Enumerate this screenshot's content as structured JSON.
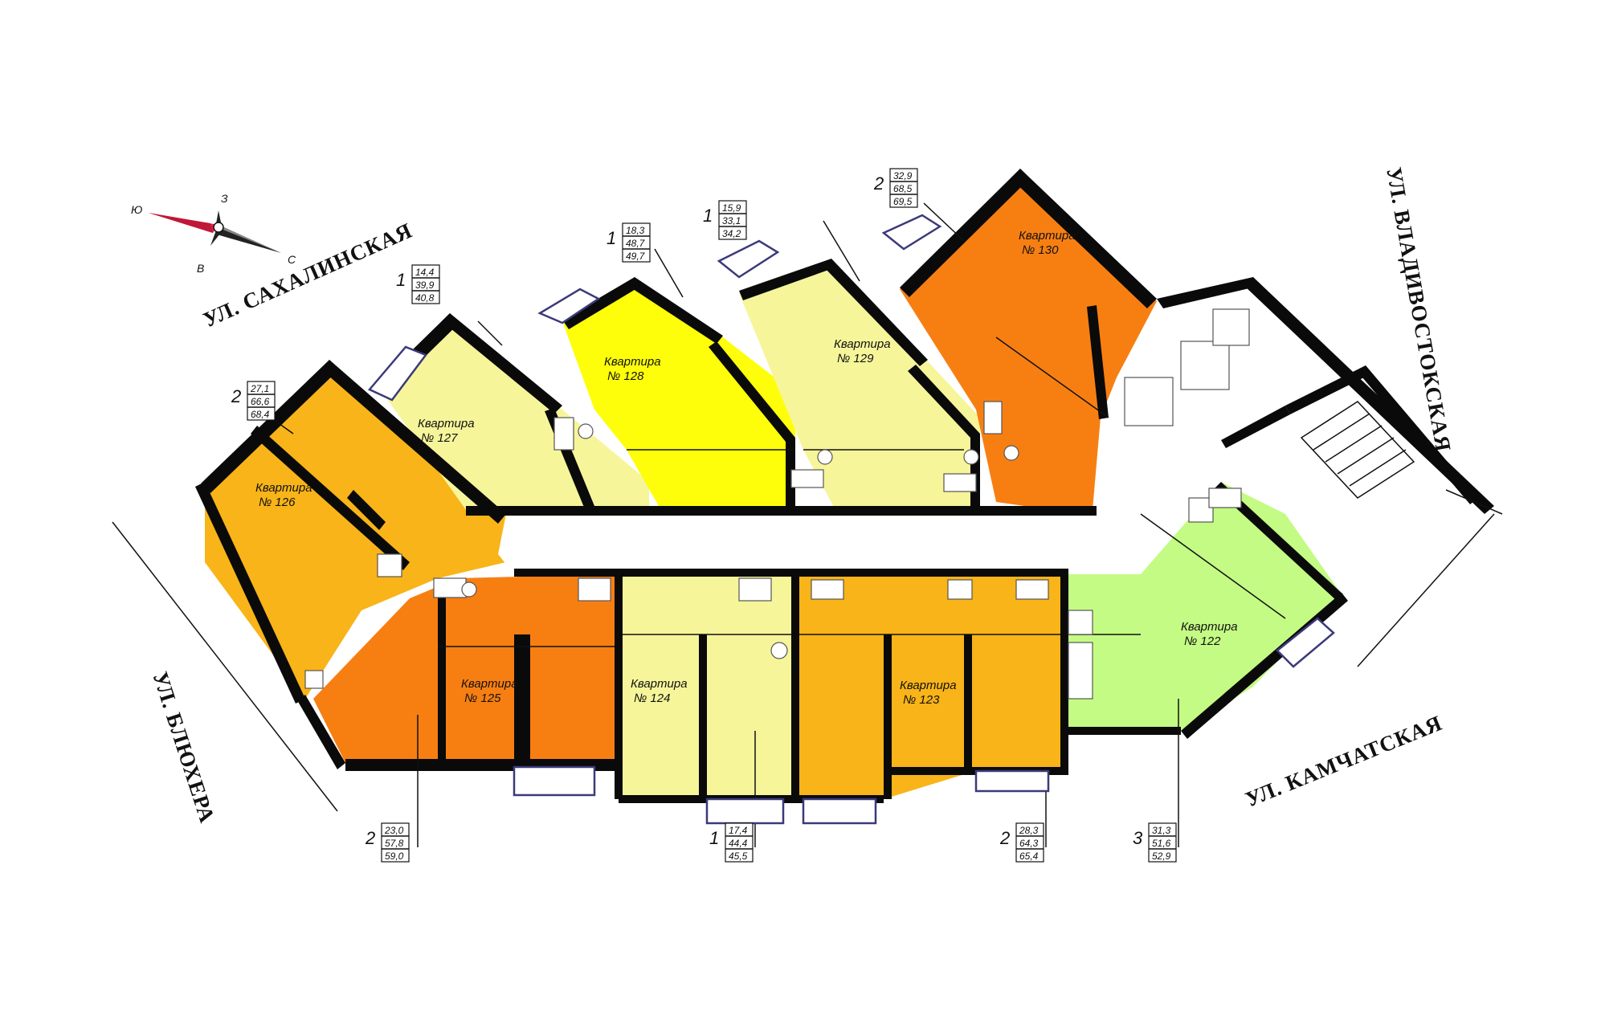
{
  "streets": {
    "north": "УЛ.  САХАЛИНСКАЯ",
    "east": "УЛ.  ВЛАДИВОСТОКСКАЯ",
    "west": "УЛ.  БЛЮХЕРА",
    "south": "УЛ.  КАМЧАТСКАЯ"
  },
  "compass": {
    "n": "З",
    "s": "В",
    "e": "С",
    "w": "Ю"
  },
  "apartments": [
    {
      "id": "126",
      "label_top": "Квартира",
      "label_num": "№ 126",
      "color": "#f8b418",
      "rooms": "2",
      "areas": [
        "27,1",
        "66,6",
        "68,4"
      ]
    },
    {
      "id": "127",
      "label_top": "Квартира",
      "label_num": "№ 127",
      "color": "#f6f59a",
      "rooms": "1",
      "areas": [
        "14,4",
        "39,9",
        "40,8"
      ]
    },
    {
      "id": "128",
      "label_top": "Квартира",
      "label_num": "№ 128",
      "color": "#fefe0a",
      "rooms": "1",
      "areas": [
        "18,3",
        "48,7",
        "49,7"
      ]
    },
    {
      "id": "129",
      "label_top": "Квартира",
      "label_num": "№ 129",
      "color": "#f6f59a",
      "rooms": "1",
      "areas": [
        "15,9",
        "33,1",
        "34,2"
      ]
    },
    {
      "id": "130",
      "label_top": "Квартира",
      "label_num": "№ 130",
      "color": "#f77f12",
      "rooms": "2",
      "areas": [
        "32,9",
        "68,5",
        "69,5"
      ]
    },
    {
      "id": "125",
      "label_top": "Квартира",
      "label_num": "№ 125",
      "color": "#f77f12",
      "rooms": "2",
      "areas": [
        "23,0",
        "57,8",
        "59,0"
      ]
    },
    {
      "id": "124",
      "label_top": "Квартира",
      "label_num": "№ 124",
      "color": "#f6f59a",
      "rooms": "1",
      "areas": [
        "17,4",
        "44,4",
        "45,5"
      ]
    },
    {
      "id": "123",
      "label_top": "Квартира",
      "label_num": "№ 123",
      "color": "#f8b418",
      "rooms": "2",
      "areas": [
        "28,3",
        "64,3",
        "65,4"
      ]
    },
    {
      "id": "122",
      "label_top": "Квартира",
      "label_num": "№ 122",
      "color": "#c4fb84",
      "rooms": "3",
      "areas": [
        "31,3",
        "51,6",
        "52,9"
      ]
    }
  ],
  "colors": {
    "wall": "#0a0a0a",
    "corridor": "#ffffff",
    "window": "#3a3a7a"
  }
}
